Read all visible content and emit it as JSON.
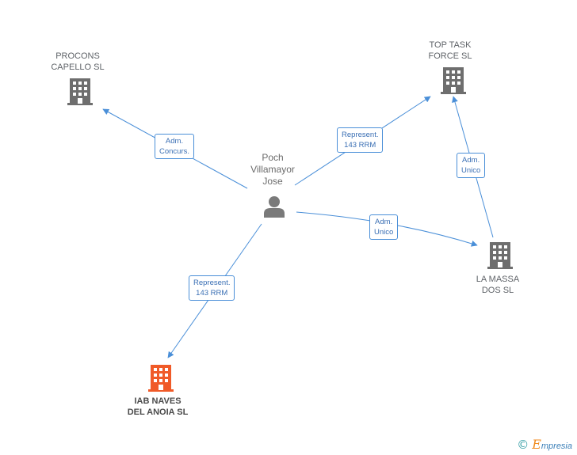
{
  "colors": {
    "edge": "#4a8fd8",
    "building": "#6e6e6e",
    "building_highlight": "#f05a28",
    "person": "#7a7a7a"
  },
  "nodes": {
    "procons": {
      "label": "PROCONS\nCAPELLO SL",
      "icon": "building-icon"
    },
    "toptask": {
      "label": "TOP TASK\nFORCE SL",
      "icon": "building-icon"
    },
    "poch": {
      "label": "Poch\nVillamayor\nJose",
      "icon": "person-icon"
    },
    "lamassa": {
      "label": "LA MASSA\nDOS  SL",
      "icon": "building-icon"
    },
    "iab": {
      "label": "IAB NAVES\nDEL ANOIA SL",
      "icon": "building-icon"
    }
  },
  "edges": {
    "poch_procons": "Adm.\nConcurs.",
    "poch_toptask": "Represent.\n143 RRM",
    "lamassa_toptask": "Adm.\nUnico",
    "poch_lamassa": "Adm.\nUnico",
    "poch_iab": "Represent.\n143 RRM"
  },
  "footer": {
    "copyright_symbol": "©",
    "brand_initial": "E",
    "brand_rest": "mpresia"
  }
}
